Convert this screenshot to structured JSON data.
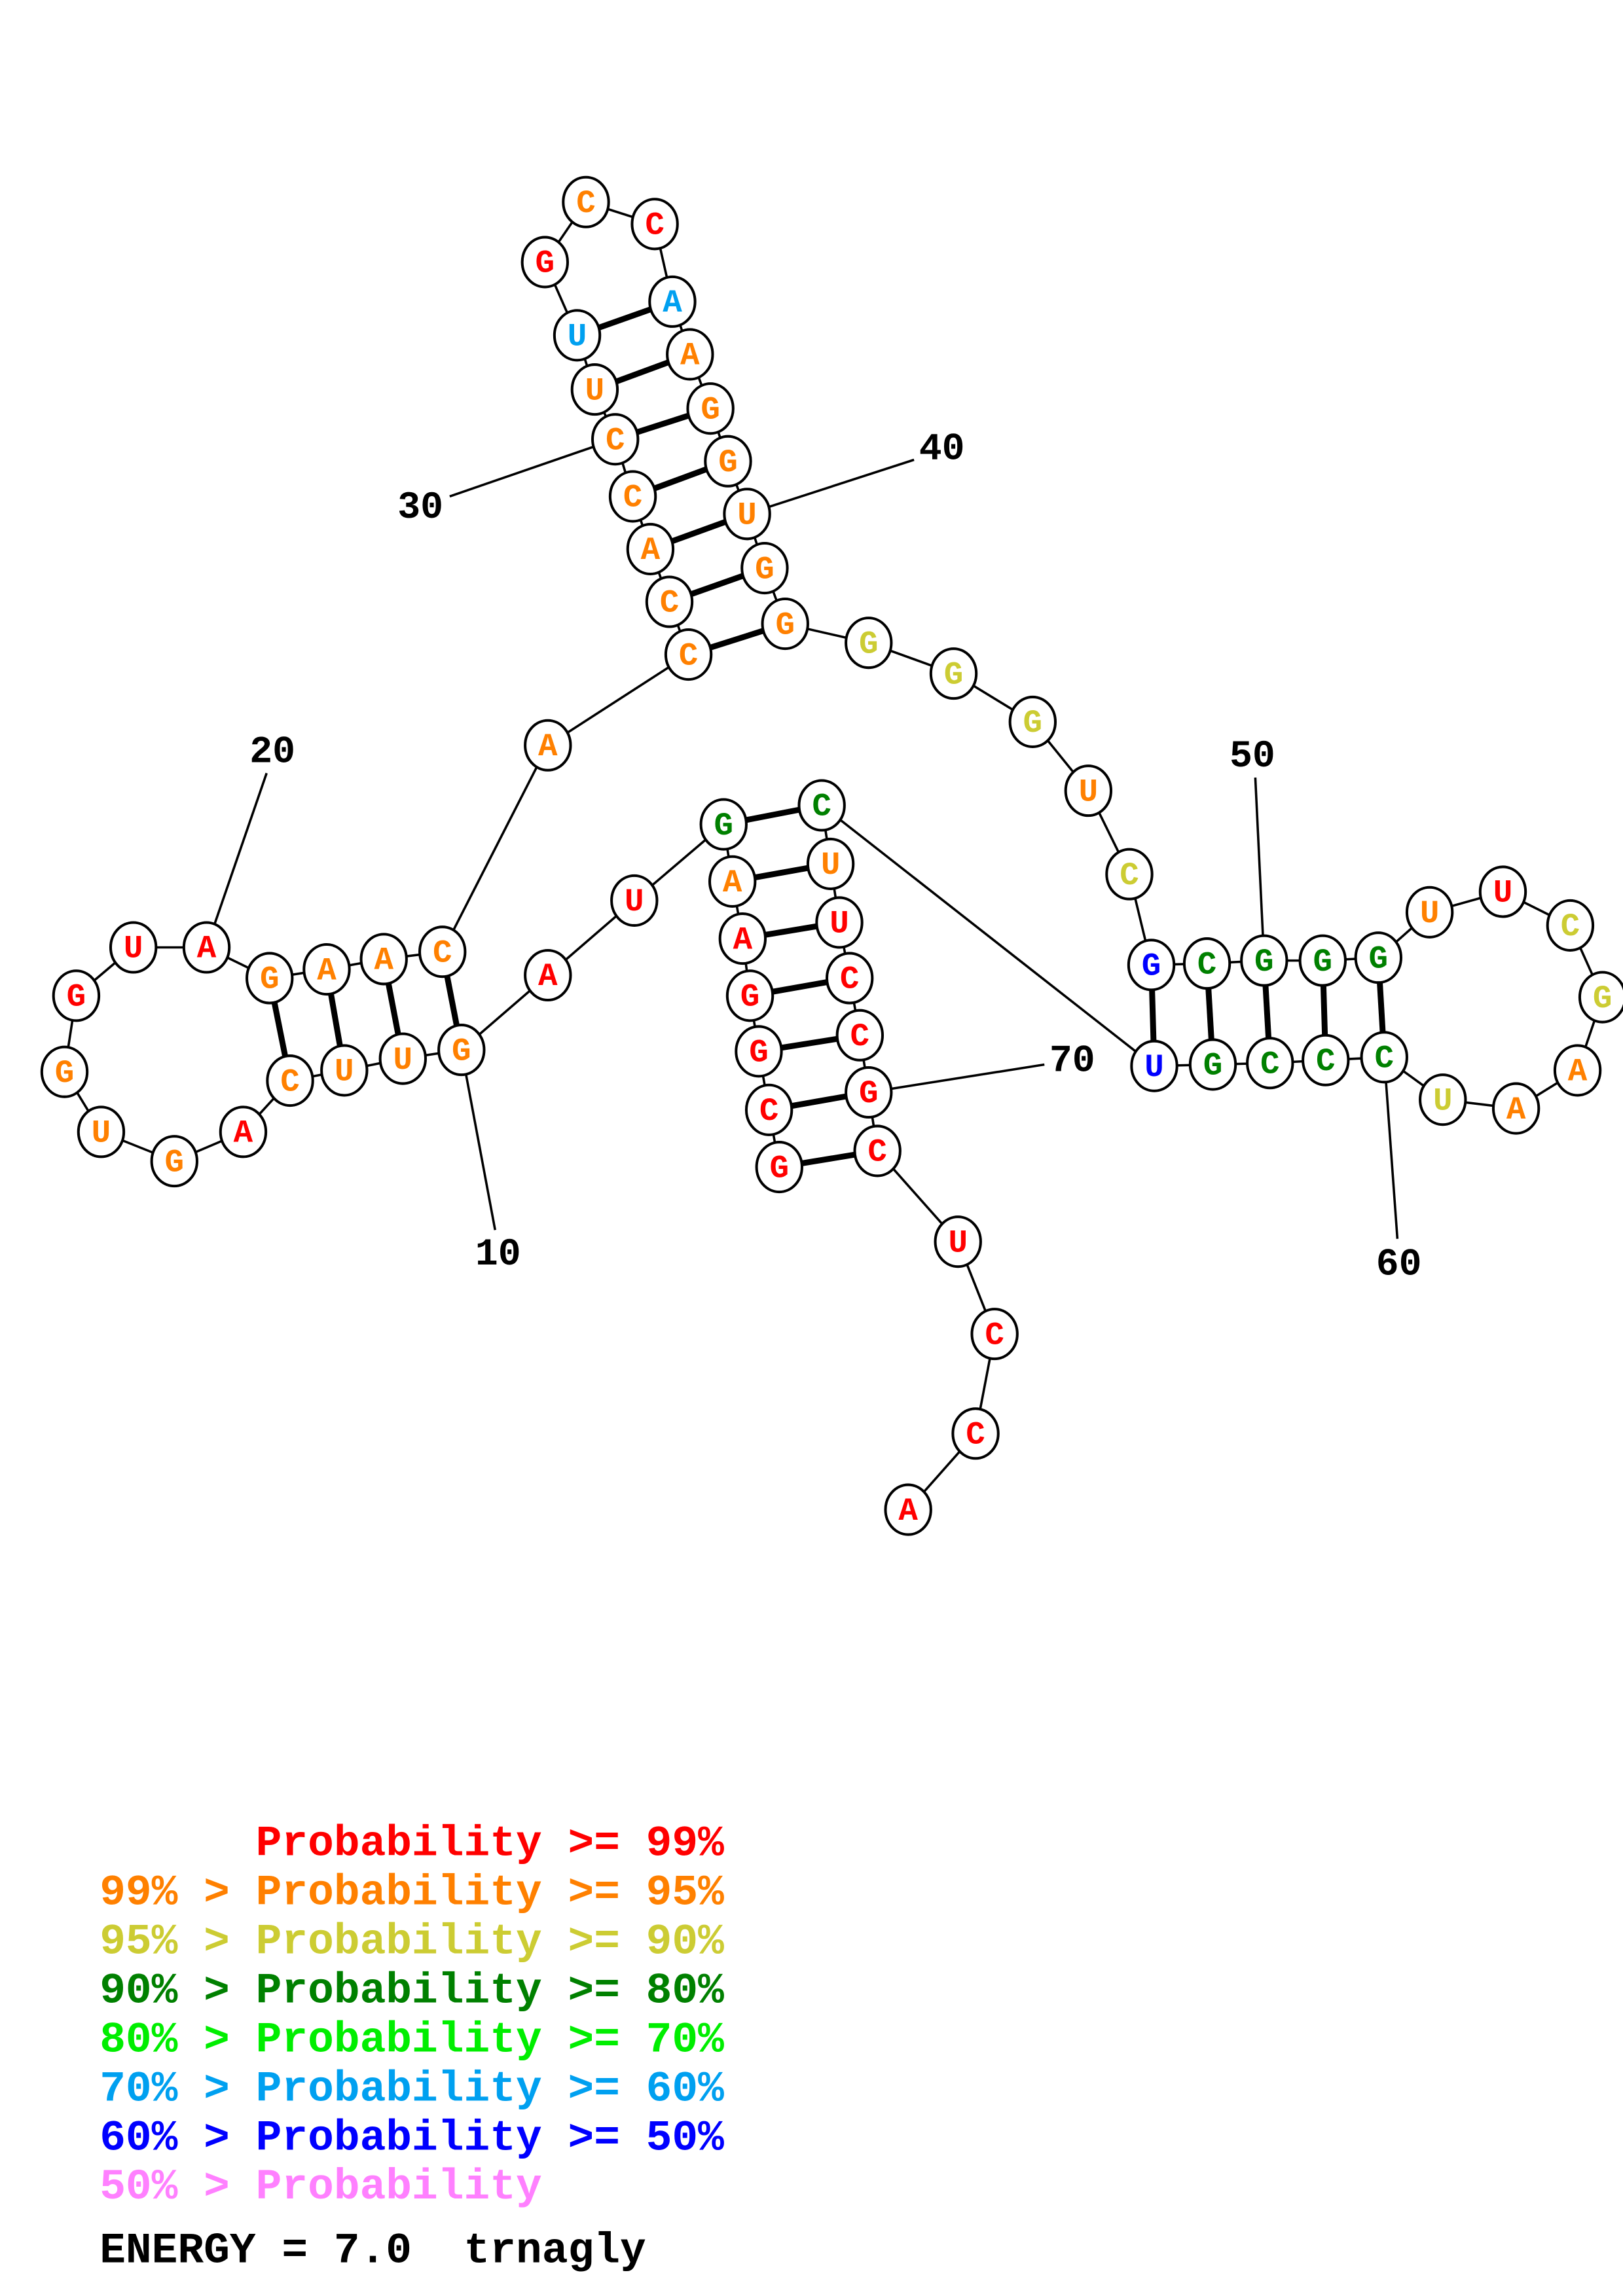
{
  "colors": {
    "p99": "#ff0000",
    "p95": "#ff8000",
    "p90": "#cccc33",
    "p80": "#008000",
    "p70": "#00ee00",
    "p60": "#00a0f0",
    "p50": "#0000ff",
    "plow": "#ff80ff"
  },
  "sequence": [
    [
      "G",
      "p99"
    ],
    [
      "C",
      "p99"
    ],
    [
      "G",
      "p99"
    ],
    [
      "G",
      "p99"
    ],
    [
      "A",
      "p99"
    ],
    [
      "A",
      "p95"
    ],
    [
      "G",
      "p80"
    ],
    [
      "U",
      "p99"
    ],
    [
      "A",
      "p99"
    ],
    [
      "G",
      "p95"
    ],
    [
      "U",
      "p95"
    ],
    [
      "U",
      "p95"
    ],
    [
      "C",
      "p95"
    ],
    [
      "A",
      "p99"
    ],
    [
      "G",
      "p95"
    ],
    [
      "U",
      "p95"
    ],
    [
      "G",
      "p95"
    ],
    [
      "G",
      "p99"
    ],
    [
      "U",
      "p99"
    ],
    [
      "A",
      "p99"
    ],
    [
      "G",
      "p95"
    ],
    [
      "A",
      "p95"
    ],
    [
      "A",
      "p95"
    ],
    [
      "C",
      "p95"
    ],
    [
      "A",
      "p95"
    ],
    [
      "C",
      "p95"
    ],
    [
      "C",
      "p95"
    ],
    [
      "A",
      "p95"
    ],
    [
      "C",
      "p95"
    ],
    [
      "C",
      "p95"
    ],
    [
      "U",
      "p95"
    ],
    [
      "U",
      "p60"
    ],
    [
      "G",
      "p99"
    ],
    [
      "C",
      "p95"
    ],
    [
      "C",
      "p99"
    ],
    [
      "A",
      "p60"
    ],
    [
      "A",
      "p95"
    ],
    [
      "G",
      "p95"
    ],
    [
      "G",
      "p95"
    ],
    [
      "U",
      "p95"
    ],
    [
      "G",
      "p95"
    ],
    [
      "G",
      "p95"
    ],
    [
      "G",
      "p90"
    ],
    [
      "G",
      "p90"
    ],
    [
      "G",
      "p90"
    ],
    [
      "U",
      "p95"
    ],
    [
      "C",
      "p90"
    ],
    [
      "G",
      "p50"
    ],
    [
      "C",
      "p80"
    ],
    [
      "G",
      "p80"
    ],
    [
      "G",
      "p80"
    ],
    [
      "G",
      "p80"
    ],
    [
      "U",
      "p95"
    ],
    [
      "U",
      "p99"
    ],
    [
      "C",
      "p90"
    ],
    [
      "G",
      "p90"
    ],
    [
      "A",
      "p95"
    ],
    [
      "A",
      "p95"
    ],
    [
      "U",
      "p90"
    ],
    [
      "C",
      "p80"
    ],
    [
      "C",
      "p80"
    ],
    [
      "C",
      "p80"
    ],
    [
      "G",
      "p80"
    ],
    [
      "U",
      "p50"
    ],
    [
      "C",
      "p80"
    ],
    [
      "U",
      "p95"
    ],
    [
      "U",
      "p99"
    ],
    [
      "C",
      "p99"
    ],
    [
      "C",
      "p99"
    ],
    [
      "G",
      "p99"
    ],
    [
      "C",
      "p99"
    ],
    [
      "U",
      "p99"
    ],
    [
      "C",
      "p99"
    ],
    [
      "C",
      "p99"
    ],
    [
      "A",
      "p99"
    ]
  ],
  "pairs": [
    [
      1,
      71
    ],
    [
      2,
      70
    ],
    [
      3,
      69
    ],
    [
      4,
      68
    ],
    [
      5,
      67
    ],
    [
      6,
      66
    ],
    [
      7,
      65
    ],
    [
      10,
      24
    ],
    [
      11,
      23
    ],
    [
      12,
      22
    ],
    [
      13,
      21
    ],
    [
      26,
      42
    ],
    [
      27,
      41
    ],
    [
      28,
      40
    ],
    [
      29,
      39
    ],
    [
      30,
      38
    ],
    [
      31,
      37
    ],
    [
      32,
      36
    ],
    [
      48,
      64
    ],
    [
      49,
      63
    ],
    [
      50,
      62
    ],
    [
      51,
      61
    ],
    [
      52,
      60
    ]
  ],
  "position_labels": [
    "10",
    "20",
    "30",
    "40",
    "50",
    "60",
    "70"
  ],
  "legend": [
    {
      "prefix": "      ",
      "text": "Probability >= 99%",
      "color": "p99"
    },
    {
      "prefix": "99% > ",
      "text": "Probability >= 95%",
      "color": "p95"
    },
    {
      "prefix": "95% > ",
      "text": "Probability >= 90%",
      "color": "p90"
    },
    {
      "prefix": "90% > ",
      "text": "Probability >= 80%",
      "color": "p80"
    },
    {
      "prefix": "80% > ",
      "text": "Probability >= 70%",
      "color": "p70"
    },
    {
      "prefix": "70% > ",
      "text": "Probability >= 60%",
      "color": "p60"
    },
    {
      "prefix": "60% > ",
      "text": "Probability >= 50%",
      "color": "p50"
    },
    {
      "prefix": "50% > ",
      "text": "Probability",
      "color": "plow"
    }
  ],
  "energy_label": "ENERGY = 7.0  trnagly"
}
